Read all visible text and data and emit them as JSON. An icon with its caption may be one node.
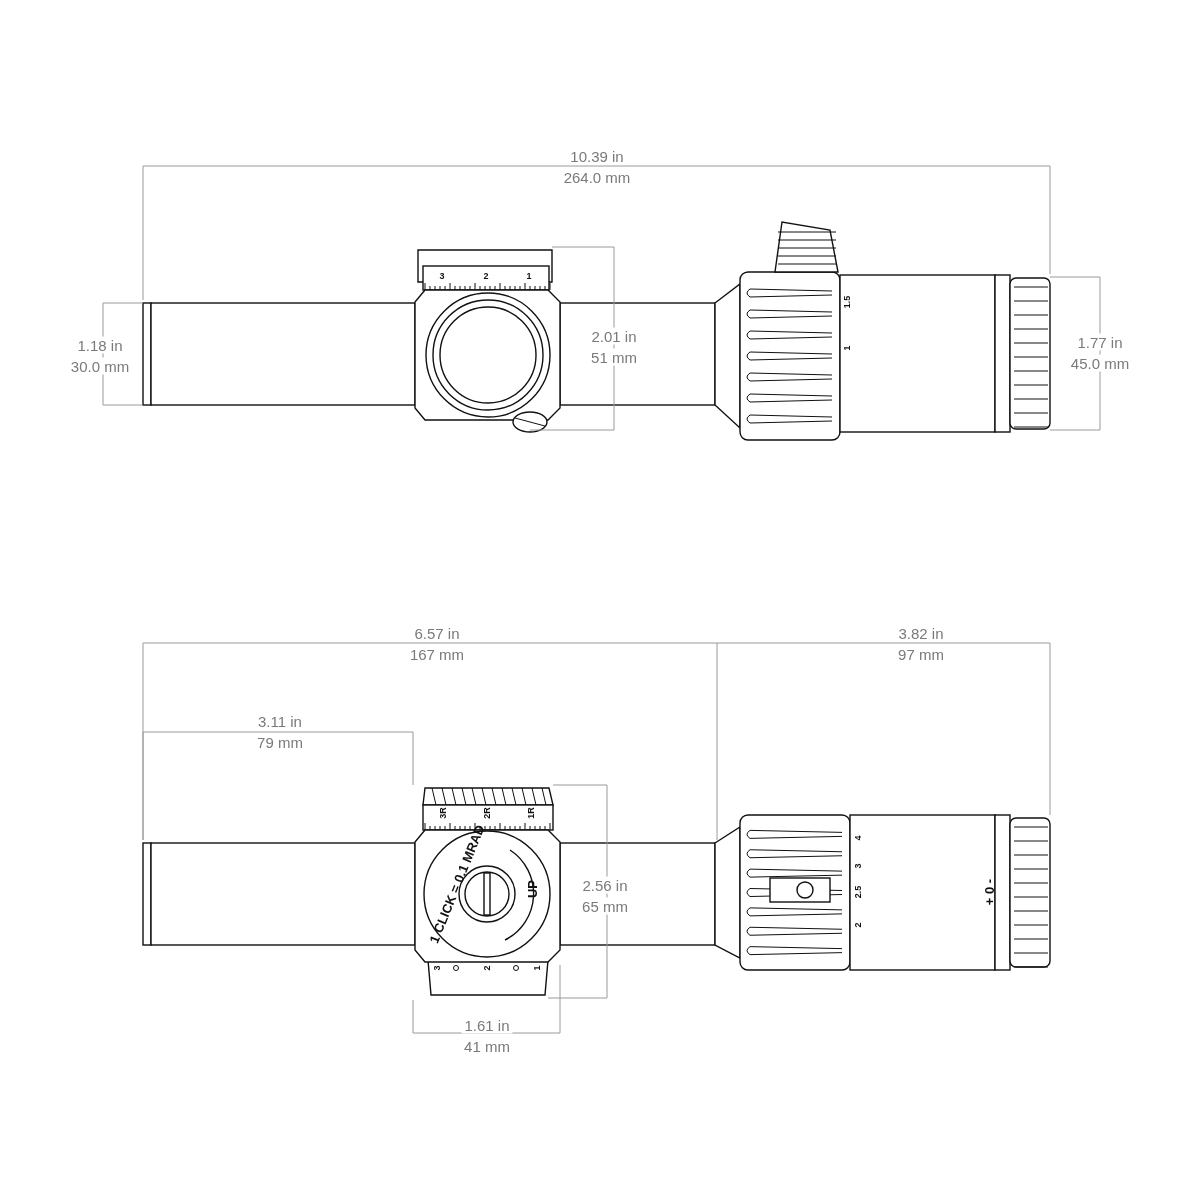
{
  "diagram": {
    "labels": [
      "10.39 in",
      "264.0 mm",
      "3",
      "2",
      "1",
      "1.18 in",
      "30.0 mm",
      "2.01 in",
      "51 mm",
      "1.5",
      "1",
      "1.77 in",
      "45.0 mm",
      "6.57 in",
      "167 mm",
      "3.82 in",
      "97 mm",
      "3.11 in",
      "79 mm",
      "3R",
      "2R",
      "1R",
      "1 CLICK = 0.1 MRAD",
      "UP",
      "4",
      "3",
      "2.5",
      "2",
      "+ 0 -",
      "2.56 in",
      "65 mm",
      "3",
      "2",
      "1",
      "1.61 in",
      "41 mm"
    ]
  }
}
